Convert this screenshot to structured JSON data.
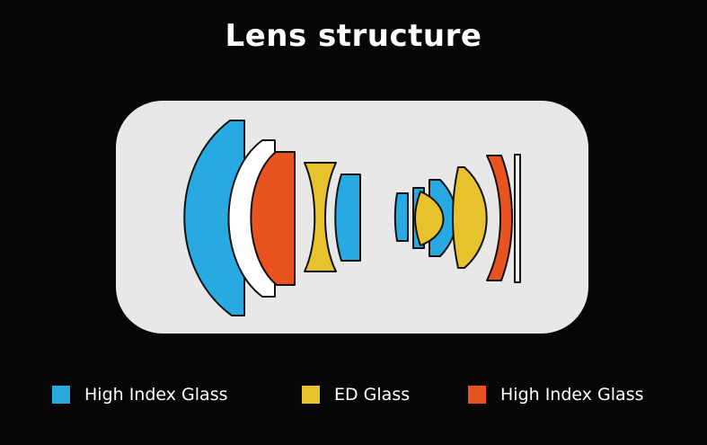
{
  "title": "Lens structure",
  "colors": {
    "high_index_blue": "#29a9e1",
    "ed_yellow": "#e8c22c",
    "high_index_orange": "#e8531f",
    "plain": "#ffffff",
    "panel": "#e8e8e8",
    "background": "#060606"
  },
  "legend": [
    {
      "label": "High Index Glass",
      "color": "#29a9e1"
    },
    {
      "label": "ED Glass",
      "color": "#e8c22c"
    },
    {
      "label": "High Index Glass",
      "color": "#e8531f"
    }
  ],
  "lens_elements": [
    {
      "id": 1,
      "glass": "high_index_blue"
    },
    {
      "id": 2,
      "glass": "plain"
    },
    {
      "id": 3,
      "glass": "high_index_orange"
    },
    {
      "id": 4,
      "glass": "ed_yellow"
    },
    {
      "id": 5,
      "glass": "high_index_blue"
    },
    {
      "id": 6,
      "glass": "high_index_blue"
    },
    {
      "id": 7,
      "glass": "high_index_blue"
    },
    {
      "id": 8,
      "glass": "high_index_blue"
    },
    {
      "id": 9,
      "glass": "ed_yellow"
    },
    {
      "id": 10,
      "glass": "ed_yellow"
    },
    {
      "id": 11,
      "glass": "high_index_orange"
    },
    {
      "id": 12,
      "glass": "plain"
    }
  ]
}
